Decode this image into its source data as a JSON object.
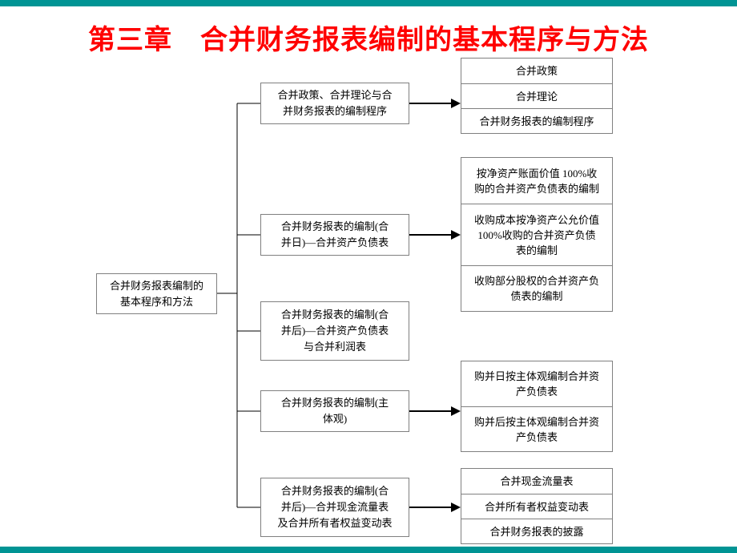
{
  "page": {
    "title": "第三章　合并财务报表编制的基本程序与方法"
  },
  "diagram": {
    "root": "合并财务报表编制的\n基本程序和方法",
    "branches": [
      {
        "label": "合并政策、合并理论与合\n并财务报表的编制程序",
        "children": [
          "合并政策",
          "合并理论",
          "合并财务报表的编制程序"
        ]
      },
      {
        "label": "合并财务报表的编制(合\n并日)—合并资产负债表",
        "children": [
          "按净资产账面价值 100%收\n购的合并资产负债表的编制",
          "收购成本按净资产公允价值\n100%收购的合并资产负债\n表的编制",
          "收购部分股权的合并资产负\n债表的编制"
        ]
      },
      {
        "label": "合并财务报表的编制(合\n并后)—合并资产负债表\n与合并利润表",
        "children": []
      },
      {
        "label": "合并财务报表的编制(主\n体观)",
        "children": [
          "购并日按主体观编制合并资\n产负债表",
          "购并后按主体观编制合并资\n产负债表"
        ]
      },
      {
        "label": "合并财务报表的编制(合\n并后)—合并现金流量表\n及合并所有者权益变动表",
        "children": [
          "合并现金流量表",
          "合并所有者权益变动表",
          "合并财务报表的披露"
        ]
      }
    ],
    "colors": {
      "accent_bar": "#009494",
      "title_color": "#ff0000",
      "box_border": "#808080",
      "connector": "#000000"
    }
  }
}
